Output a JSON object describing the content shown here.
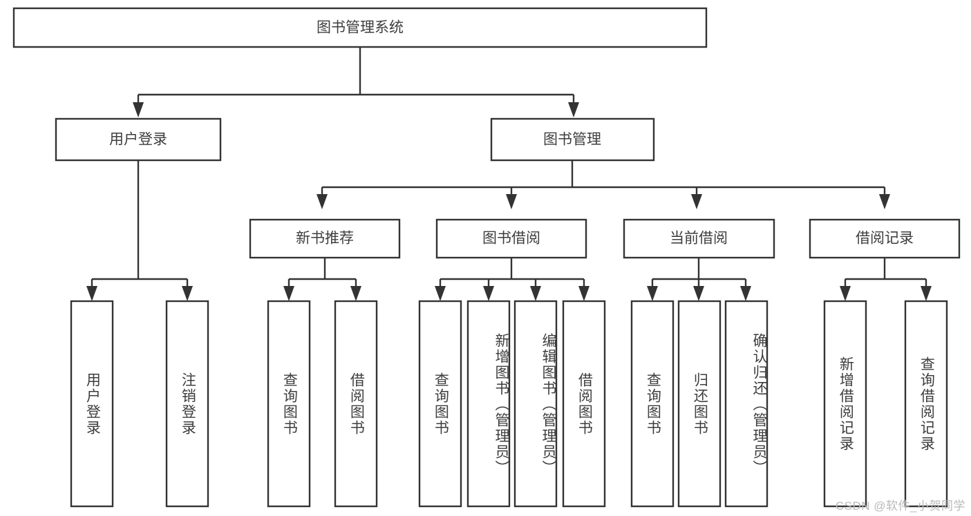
{
  "diagram": {
    "type": "tree-hierarchy-flowchart",
    "title_node": {
      "label": "图书管理系统"
    },
    "level2": [
      {
        "id": "user-login",
        "label": "用户登录"
      },
      {
        "id": "book-management",
        "label": "图书管理"
      }
    ],
    "level3": [
      {
        "id": "new-book-recommend",
        "label": "新书推荐"
      },
      {
        "id": "book-borrow",
        "label": "图书借阅"
      },
      {
        "id": "current-borrow",
        "label": "当前借阅"
      },
      {
        "id": "borrow-record",
        "label": "借阅记录"
      }
    ],
    "leaves": [
      {
        "id": "leaf-user-login",
        "label": "用户登录",
        "parent": "user-login"
      },
      {
        "id": "leaf-logout-login",
        "label": "注销登录",
        "parent": "user-login"
      },
      {
        "id": "leaf-query-book-1",
        "label": "查询图书",
        "parent": "new-book-recommend"
      },
      {
        "id": "leaf-borrow-book-1",
        "label": "借阅图书",
        "parent": "new-book-recommend"
      },
      {
        "id": "leaf-query-book-2",
        "label": "查询图书",
        "parent": "book-borrow"
      },
      {
        "id": "leaf-add-book",
        "label": "新增图书（管理员）",
        "parent": "book-borrow"
      },
      {
        "id": "leaf-edit-book",
        "label": "编辑图书（管理员）",
        "parent": "book-borrow"
      },
      {
        "id": "leaf-borrow-book-2",
        "label": "借阅图书",
        "parent": "book-borrow"
      },
      {
        "id": "leaf-query-book-3",
        "label": "查询图书",
        "parent": "current-borrow"
      },
      {
        "id": "leaf-return-book",
        "label": "归还图书",
        "parent": "current-borrow"
      },
      {
        "id": "leaf-confirm-return",
        "label": "确认归还（管理员）",
        "parent": "current-borrow"
      },
      {
        "id": "leaf-add-record",
        "label": "新增借阅记录",
        "parent": "borrow-record"
      },
      {
        "id": "leaf-query-record",
        "label": "查询借阅记录",
        "parent": "borrow-record"
      }
    ],
    "colors": {
      "box_border": "#333333",
      "box_fill": "#ffffff",
      "text": "#3d3d3d",
      "connector": "#333333",
      "watermark": "#b9b9b9",
      "background": "#ffffff"
    }
  },
  "watermark": {
    "text": "CSDN @软件_小贺同学"
  }
}
